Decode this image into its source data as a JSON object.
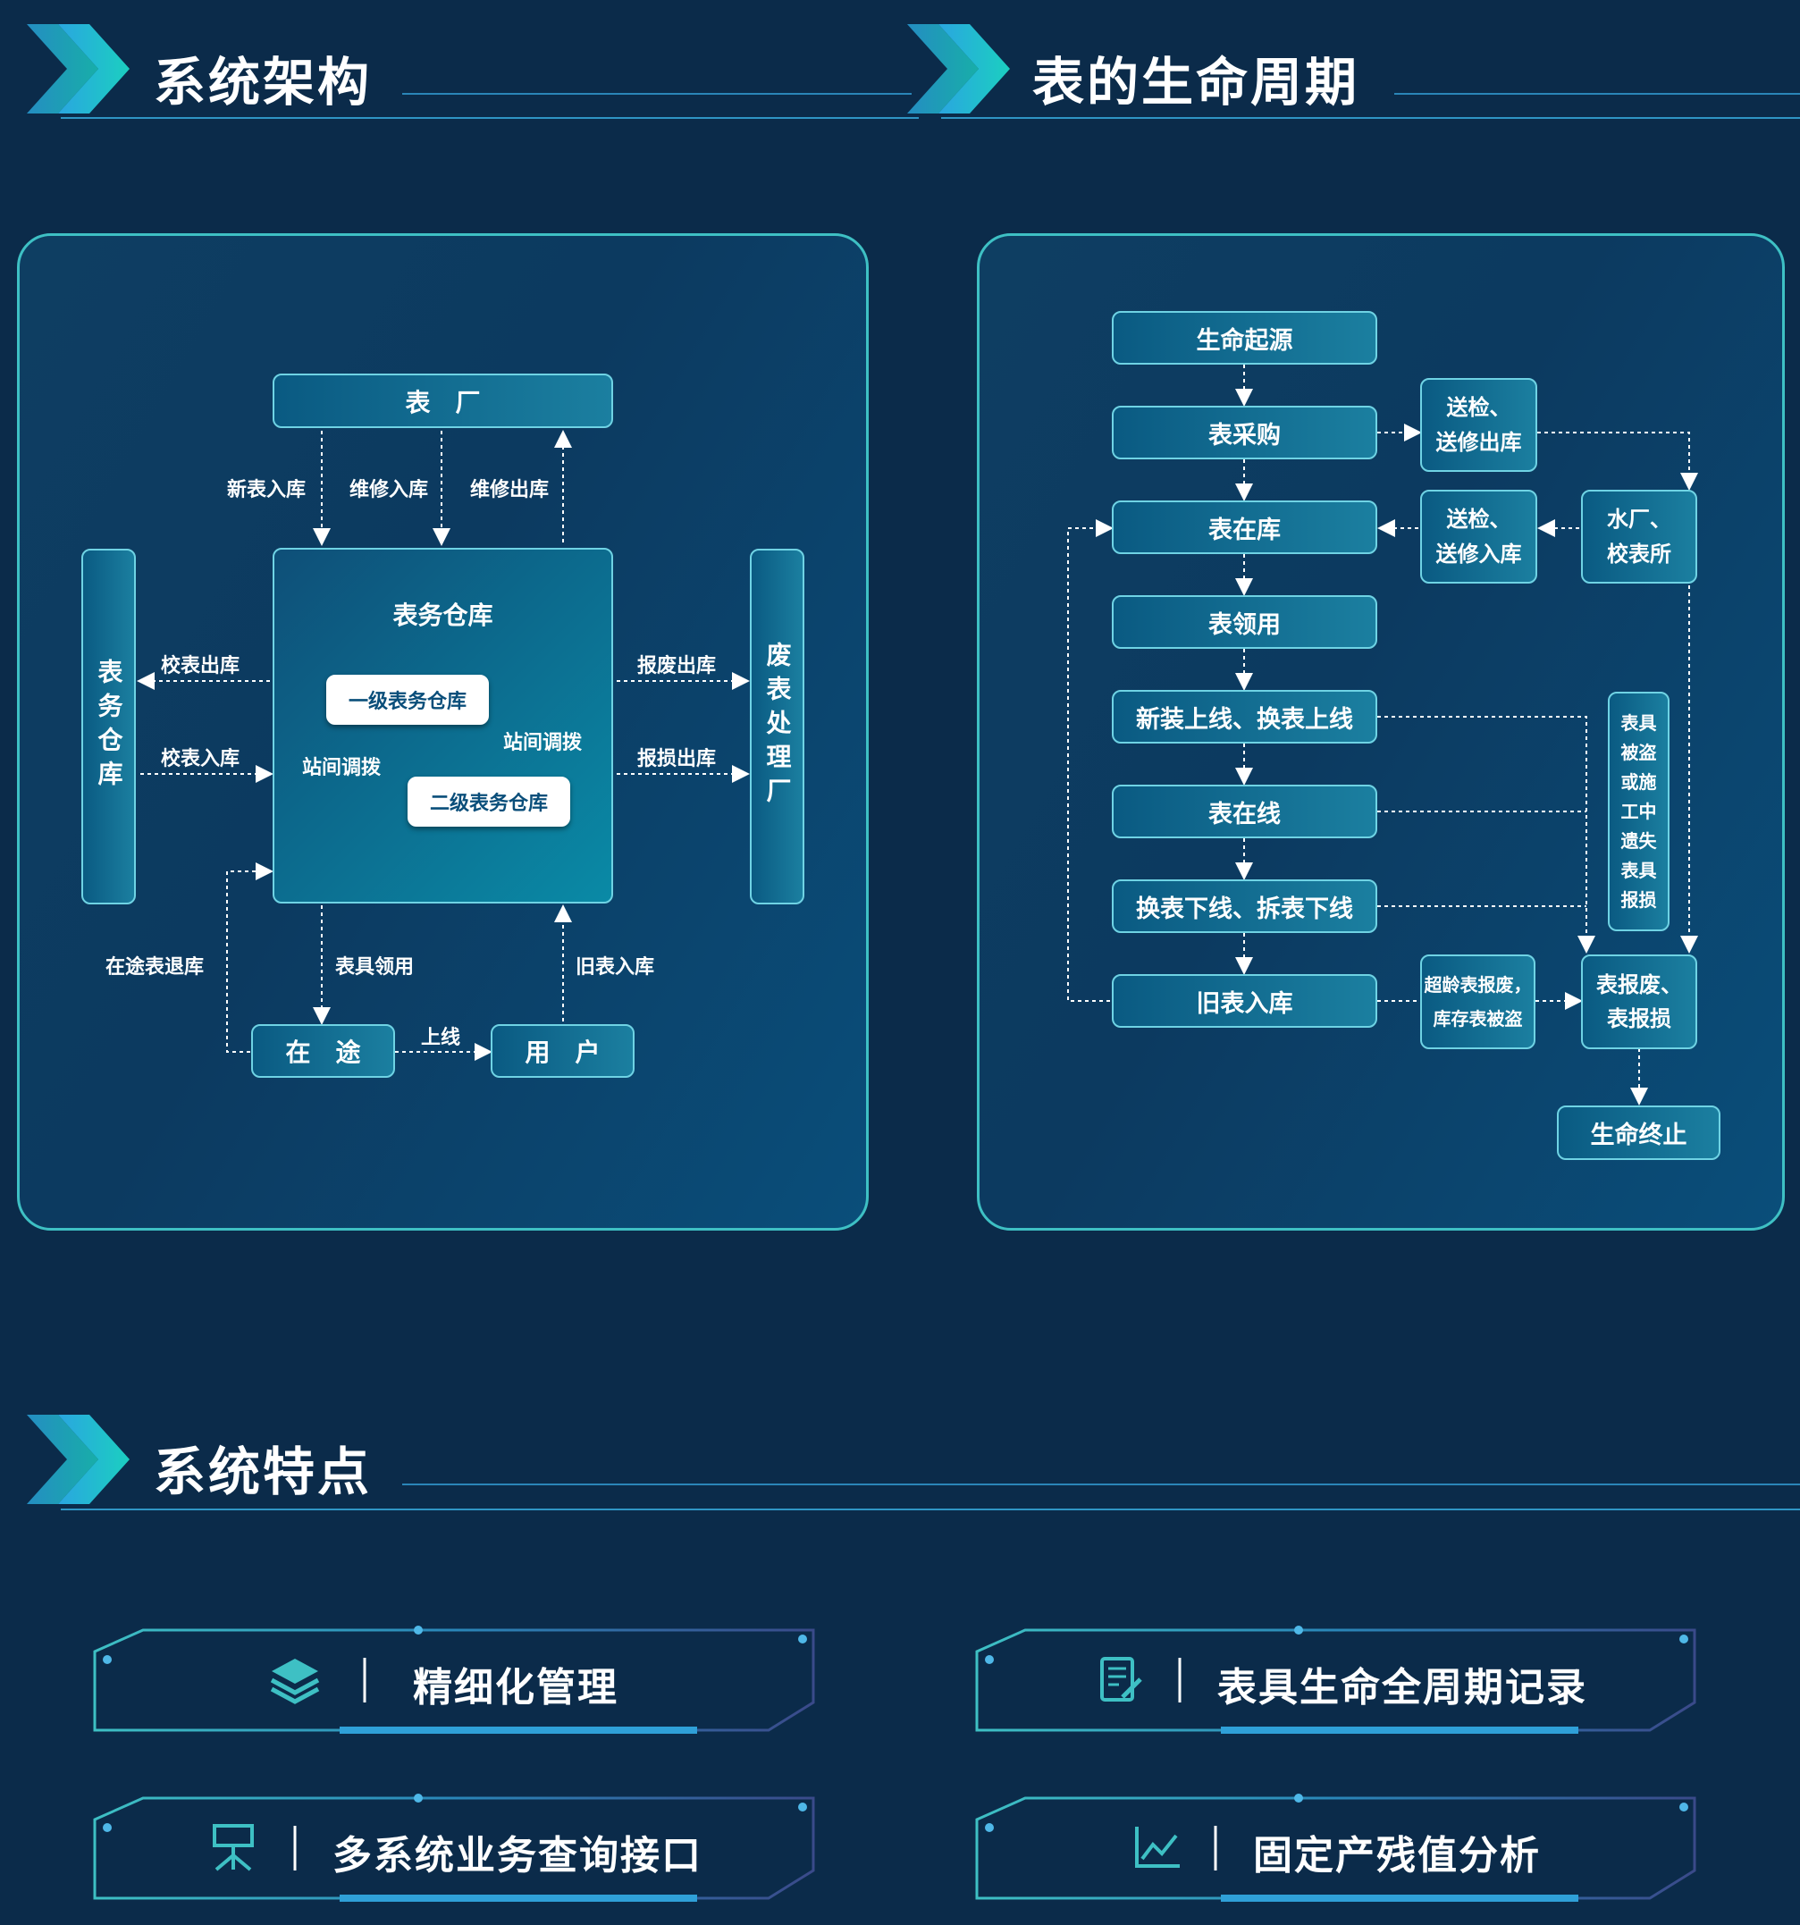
{
  "sections": {
    "architecture_title": "系统架构",
    "lifecycle_title": "表的生命周期",
    "features_title": "系统特点"
  },
  "architecture": {
    "factory": "表　厂",
    "warehouse": "表务仓库",
    "left_warehouse": "表务仓库",
    "scrap_plant": "废表处理厂",
    "level1": "一级表务仓库",
    "level2": "二级表务仓库",
    "transit": "在　途",
    "user": "用　户",
    "labels": {
      "new_in": "新表入库",
      "repair_in": "维修入库",
      "repair_out": "维修出库",
      "calib_out": "校表出库",
      "calib_in": "校表入库",
      "scrap_out": "报废出库",
      "damage_out": "报损出库",
      "transfer_left": "站间调拨",
      "transfer_right": "站间调拨",
      "transit_return": "在途表退库",
      "meter_use": "表具领用",
      "old_in": "旧表入库",
      "online": "上线"
    }
  },
  "lifecycle": {
    "origin": "生命起源",
    "purchase": "表采购",
    "in_stock": "表在库",
    "use": "表领用",
    "install": "新装上线、换表上线",
    "online": "表在线",
    "offline": "换表下线、拆表下线",
    "old_in": "旧表入库",
    "inspect_out": "送检、\n送修出库",
    "inspect_in": "送检、\n送修入库",
    "plant": "水厂、\n校表所",
    "stolen": "表具被盗或施工中遗失表具报损",
    "overage": "超龄表报废，\n库存表被盗",
    "scrap": "表报废、\n表报损",
    "end": "生命终止"
  },
  "features": [
    {
      "icon": "layers-icon",
      "label": "精细化管理"
    },
    {
      "icon": "document-edit-icon",
      "label": "表具生命全周期记录"
    },
    {
      "icon": "network-icon",
      "label": "多系统业务查询接口"
    },
    {
      "icon": "line-chart-icon",
      "label": "固定产残值分析"
    }
  ],
  "colors": {
    "background": "#0b2b4a",
    "panel_border": "#3ec0c4",
    "box_fill": "#0a5a82",
    "accent": "#2a86b8"
  }
}
